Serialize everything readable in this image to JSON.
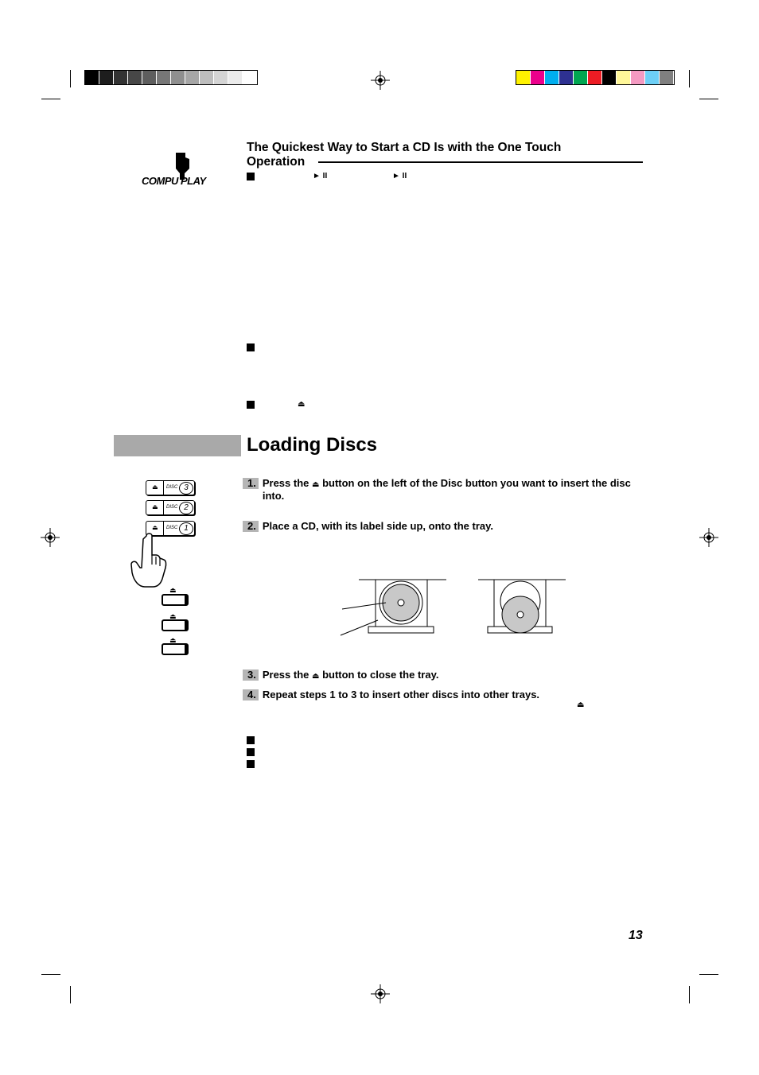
{
  "page": {
    "number": "13"
  },
  "colors": {
    "grays": [
      "#000000",
      "#1d1d1d",
      "#333333",
      "#474747",
      "#5e5e5e",
      "#777777",
      "#8f8f8f",
      "#a6a6a6",
      "#bdbdbd",
      "#d4d4d4",
      "#ebebeb",
      "#ffffff"
    ],
    "process": [
      "#fff200",
      "#ec008c",
      "#00aeef",
      "#2e3192",
      "#00a651",
      "#ed1c24",
      "#000000",
      "#fff799",
      "#f49ac2",
      "#6dcff6",
      "#7f7f7f"
    ],
    "heading_bar": "#a9a9a9",
    "step_number_bg": "#b5b5b5",
    "disc_fill": "#c8c8c8"
  },
  "logo": {
    "text": "COMPU PLAY"
  },
  "quick_section": {
    "title_line1": "The Quickest Way to Start a CD Is with the One Touch",
    "title_line2": "Operation",
    "play_pause_symbol": "► II",
    "eject_symbol": "⏏"
  },
  "loading": {
    "heading": "Loading Discs",
    "steps": [
      {
        "num": "1.",
        "before": "Press the ",
        "symbol": "⏏",
        "after": " button on the left of the Disc button you want to insert the disc into."
      },
      {
        "num": "2.",
        "text": "Place a CD, with its label side up, onto the tray."
      },
      {
        "num": "3.",
        "before": "Press the ",
        "symbol": "⏏",
        "after": " button to close the tray."
      },
      {
        "num": "4.",
        "text": "Repeat steps 1 to 3 to insert other discs into other trays."
      }
    ],
    "step4_symbol": "⏏"
  },
  "disc_buttons": [
    {
      "icon": "eject-icon",
      "symbol": "⏏",
      "label": "DISC",
      "number": "3"
    },
    {
      "icon": "eject-icon",
      "symbol": "⏏",
      "label": "DISC",
      "number": "2"
    },
    {
      "icon": "eject-icon",
      "symbol": "⏏",
      "label": "DISC",
      "number": "1"
    }
  ],
  "tray_eject_symbol": "⏏"
}
